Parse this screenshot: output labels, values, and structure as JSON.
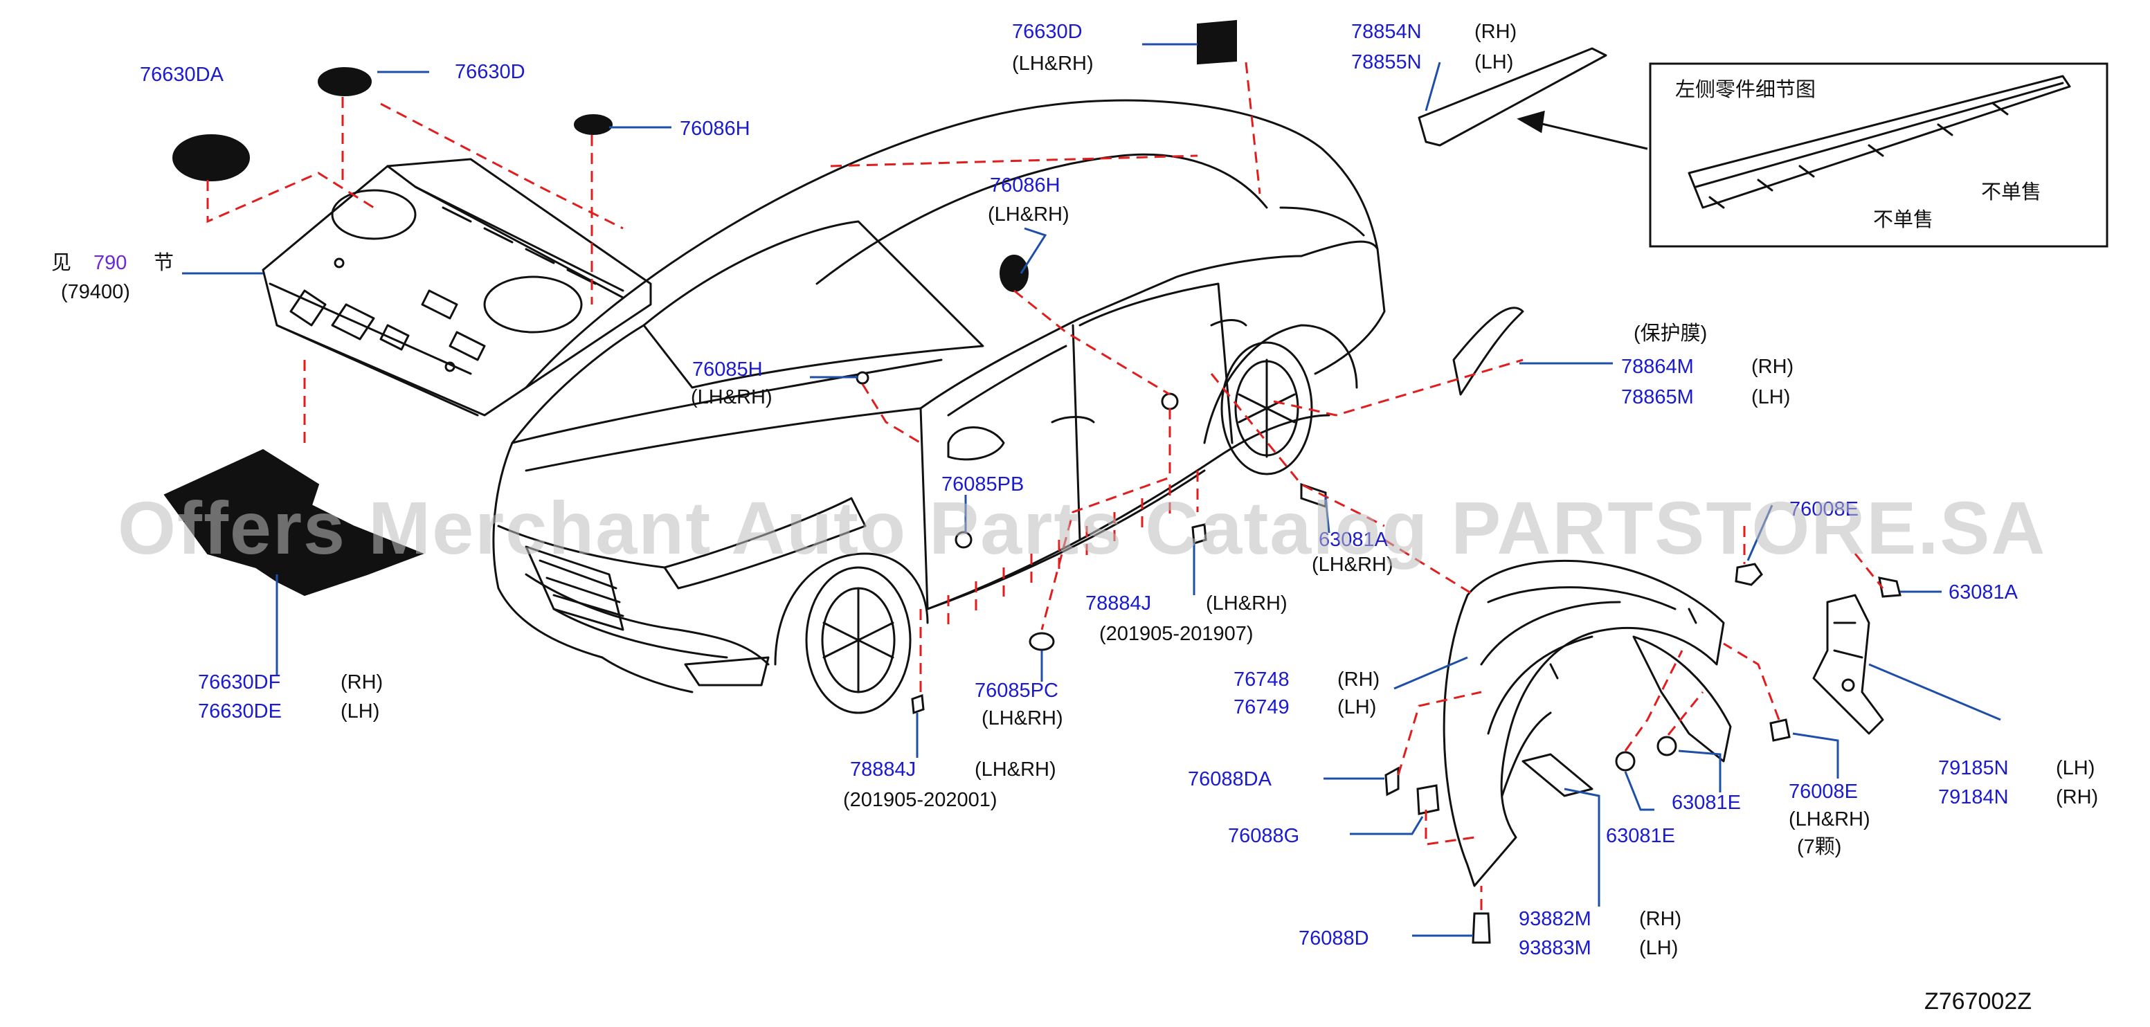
{
  "parts": {
    "p76630DA": "76630DA",
    "p76630D_top": "76630D",
    "p76086H_top": "76086H",
    "p76630D_roof": "76630D",
    "p76630D_roof_side": "(LH&RH)",
    "p78854N": "78854N",
    "p78854N_side": "(RH)",
    "p78855N": "78855N",
    "p78855N_side": "(LH)",
    "see_prefix": "见",
    "see_num": "790",
    "see_suffix": "节",
    "see_code": "(79400)",
    "p76086H_mid": "76086H",
    "p76086H_mid_side": "(LH&RH)",
    "p76085H": "76085H",
    "p76085H_side": "(LH&RH)",
    "p78864M": "78864M",
    "p78864M_side": "(RH)",
    "p78865M": "78865M",
    "p78865M_side": "(LH)",
    "protect_film": "(保护膜)",
    "p76085PB": "76085PB",
    "p63081A_mid": "63081A",
    "p63081A_mid_side": "(LH&RH)",
    "p78884J_mid": "78884J",
    "p78884J_mid_side": "(LH&RH)",
    "p78884J_mid_date": "(201905-201907)",
    "p76008E_top": "76008E",
    "p63081A_right": "63081A",
    "p76630DF": "76630DF",
    "p76630DF_side": "(RH)",
    "p76630DE": "76630DE",
    "p76630DE_side": "(LH)",
    "p76085PC": "76085PC",
    "p76085PC_side": "(LH&RH)",
    "p76748": "76748",
    "p76748_side": "(RH)",
    "p76749": "76749",
    "p76749_side": "(LH)",
    "p78884J_low": "78884J",
    "p78884J_low_side": "(LH&RH)",
    "p78884J_low_date": "(201905-202001)",
    "p76088DA": "76088DA",
    "p76088G": "76088G",
    "p63081E_a": "63081E",
    "p63081E_b": "63081E",
    "p76008E": "76008E",
    "p76008E_side": "(LH&RH)",
    "p76008E_qty": "(7颗)",
    "p79185N": "79185N",
    "p79185N_side": "(LH)",
    "p79184N": "79184N",
    "p79184N_side": "(RH)",
    "p93882M": "93882M",
    "p93882M_side": "(RH)",
    "p93883M": "93883M",
    "p93883M_side": "(LH)",
    "p76088D": "76088D"
  },
  "detail_box": {
    "title": "左侧零件细节图",
    "not_sold_1": "不单售",
    "not_sold_2": "不单售"
  },
  "watermark": "Offers Merchant Auto Parts Catalog PARTSTORE.SA",
  "drawing_id": "Z767002Z",
  "colors": {
    "part_number": "#1a1ad0",
    "leader_line": "#1e4fa8",
    "dash_line": "#e11d1d",
    "drawing_line": "#111111"
  }
}
